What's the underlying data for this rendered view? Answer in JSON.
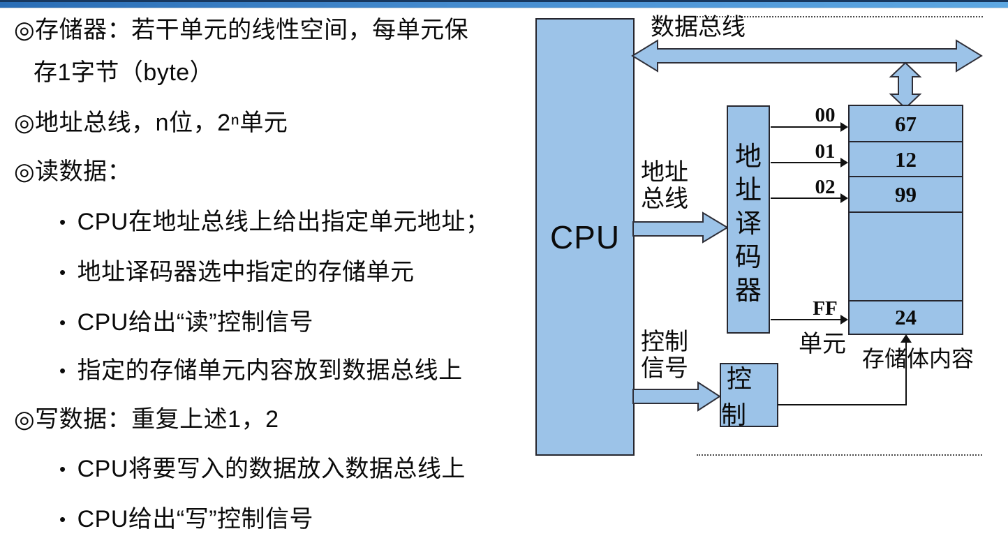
{
  "colors": {
    "box_fill": "#9cc3e8",
    "box_border": "#26262e",
    "topbar_left": "#2a6db5",
    "topbar_right": "#5ea8e2",
    "topbar_accent": "#17375e"
  },
  "left_panel": {
    "lines": [
      {
        "marker": "◎",
        "text": "存储器：若干单元的线性空间，每单元保"
      },
      {
        "marker": "",
        "text": "存1字节（byte）"
      },
      {
        "marker": "◎",
        "text": "地址总线，n位，2ⁿ单元"
      },
      {
        "marker": "◎",
        "text": "读数据："
      },
      {
        "marker": "•",
        "text": "CPU在地址总线上给出指定单元地址；"
      },
      {
        "marker": "•",
        "text": "地址译码器选中指定的存储单元"
      },
      {
        "marker": "•",
        "text": "CPU给出“读”控制信号"
      },
      {
        "marker": "•",
        "text": "指定的存储单元内容放到数据总线上"
      },
      {
        "marker": "◎",
        "text": "写数据：重复上述1，2"
      },
      {
        "marker": "•",
        "text": "CPU将要写入的数据放入数据总线上"
      },
      {
        "marker": "•",
        "text": "CPU给出“写”控制信号"
      }
    ]
  },
  "diagram": {
    "cpu_label": "CPU",
    "data_bus_label": "数据总线",
    "address_bus_label": "地址总线",
    "control_signal_label": "控制信号",
    "decoder_label": "地址译码器",
    "control_box_label": "控制",
    "unit_label": "单元",
    "memory_content_label": "存储体内容",
    "memory": {
      "addresses": [
        "00",
        "01",
        "02",
        "FF"
      ],
      "values": [
        "67",
        "12",
        "99",
        "24"
      ]
    }
  }
}
